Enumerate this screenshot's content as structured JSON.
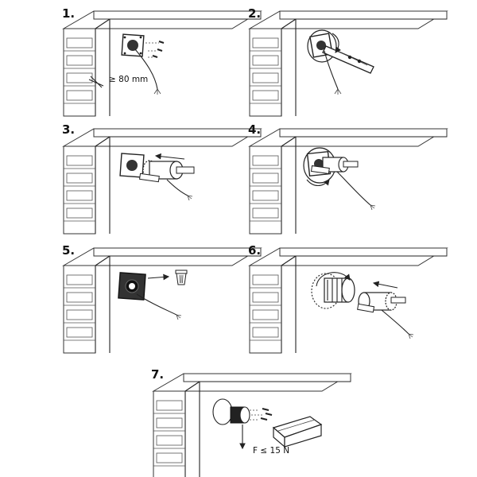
{
  "steps": [
    {
      "label": "1.",
      "annotation": "≥ 80 mm"
    },
    {
      "label": "2."
    },
    {
      "label": "3."
    },
    {
      "label": "4."
    },
    {
      "label": "5."
    },
    {
      "label": "6."
    },
    {
      "label": "7.",
      "annotation": "F ≤ 15 N"
    }
  ],
  "icons": [
    "screw-icon",
    "drill-bit-icon",
    "hole-saw-icon",
    "trash-bin-icon",
    "arrow-icon"
  ]
}
